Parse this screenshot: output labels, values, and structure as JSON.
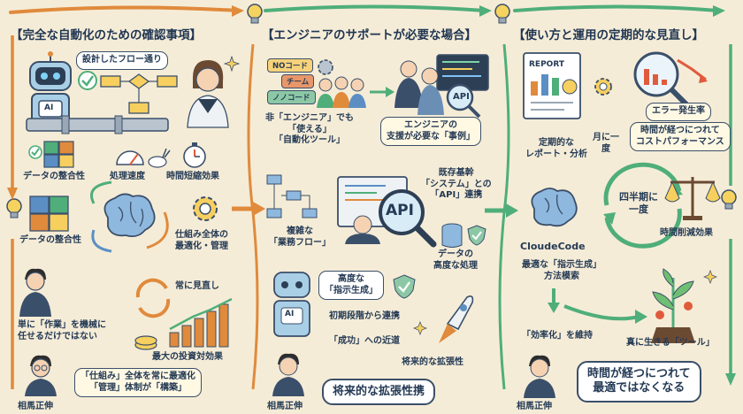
{
  "headers": {
    "col1": "【完全な自動化のための確認事項】",
    "col2": "【エンジニアのサポートが必要な場合】",
    "col3": "【使い方と運用の定期的な見直し】"
  },
  "col1": {
    "flow_bubble": "設計したフロー通り",
    "robot_tag": "AI",
    "metric_consistency": "データの整合性",
    "metric_speed": "処理速度",
    "metric_time": "時間短縮効果",
    "consistency_left": "データの整合性",
    "optimize": "仕組み全体の\n最適化・管理",
    "always_review": "常に見直し",
    "not_just": "単に「作業」を機械に\n任せるだけではない",
    "max_roi": "最大の投資対効果",
    "bottom_bubble": "「仕組み」全体を常に最適化\n「管理」体制が「構築」",
    "person": "相馬正伸"
  },
  "col2": {
    "tags": [
      "NOコード",
      "チーム",
      "ノノコード"
    ],
    "non_engineer": "非「エンジニア」でも\n「使える」\n「自動化ツール」",
    "case_bubble": "エンジニアの\n支援が必要な「事例」",
    "api_small": "API",
    "complex_flow": "複雑な\n「業務フロー」",
    "api_big": "API",
    "legacy": "既存基幹\n「システム」との\n「API」連携",
    "data_proc": "データの\n高度な処理",
    "advanced_prompt": "高度な\n「指示生成」",
    "robot_tag": "AI",
    "early": "初期段階から連携",
    "success": "「成功」への近道",
    "scalability": "将来的な拡張性",
    "bottom_bubble": "将来的な拡張性携",
    "person": "相馬正伸"
  },
  "col3": {
    "report_title": "REPORT",
    "error_rate": "エラー発生率",
    "periodic_report": "定期的な\nレポート・分析",
    "monthly": "月に一\n度",
    "cost_perf": "時間が経つにつれて\nコストパフォーマンス",
    "quarterly": "四半期に\n一度",
    "time_saved": "時間削減効果",
    "cloudecode": "CloudeCode",
    "prompt_method": "最適な「指示生成」\n方法模索",
    "efficiency": "「効率化」を維持",
    "true_tool": "真に生きる「ツール」",
    "bottom_bubble": "時間が経つにつれて\n最適ではなくなる",
    "person": "相馬正伸"
  },
  "colors": {
    "background": "#f5ecd7",
    "ink": "#2d3f55",
    "orange_arrow": "#e08a3c",
    "green_arrow": "#4fae7a",
    "accent_yellow": "#f6cf5e",
    "robot_blue": "#a9cfe6"
  }
}
